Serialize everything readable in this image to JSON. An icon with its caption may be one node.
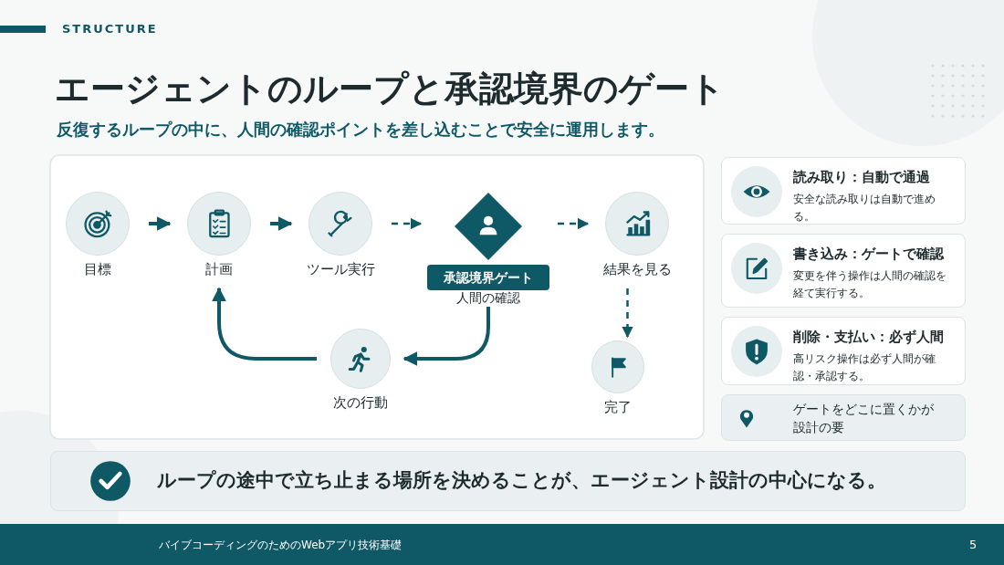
{
  "diagram": {
    "title": "エージェントのループと承認境界のゲート",
    "nodes": [
      {
        "text": [
          "目標"
        ]
      },
      {
        "text": [
          "計画"
        ]
      },
      {
        "text": [
          "ツール実行"
        ]
      },
      {
        "text": [
          "承認境界ゲート",
          "人間の確認"
        ]
      },
      {
        "text": [
          "結果を見る"
        ]
      },
      {
        "text": [
          "次の行動"
        ]
      },
      {
        "text": [
          "完了"
        ]
      },
      {
        "text": [
          "読み取り：自動で通過",
          "安全な読み取りは自動で進める。"
        ]
      },
      {
        "text": [
          "書き込み：ゲートで確認",
          "変更を伴う操作は人間の確認を経て実行する。"
        ]
      },
      {
        "text": [
          "削除・支払い：必ず人間",
          "高リスク操作は必ず人間が確認・承認する。"
        ]
      },
      {
        "text": [
          "ゲートをどこに置くかが設計の要"
        ]
      },
      {
        "text": [
          "ループの途中で立ち止まる場所を決めることが、エージェント設計の中心になる。"
        ]
      }
    ],
    "edges": [
      {
        "from": 0,
        "to": 1,
        "arrow": "to"
      },
      {
        "from": 1,
        "to": 2,
        "arrow": "to"
      },
      {
        "from": 2,
        "to": 3,
        "arrow": "to",
        "style": "dashed"
      },
      {
        "from": 3,
        "to": 4,
        "arrow": "to",
        "style": "dashed"
      },
      {
        "from": 4,
        "to": 6,
        "arrow": "to",
        "style": "dashed"
      },
      {
        "from": 3,
        "to": 5,
        "arrow": "to"
      },
      {
        "from": 5,
        "to": 1,
        "arrow": "to"
      }
    ],
    "labels": [
      "STRUCTURE",
      "反復するループの中に、人間の確認ポイントを差し込むことで安全に運用します。",
      "バイブコーディングのためのWebアプリ技術基礎",
      "5"
    ]
  }
}
